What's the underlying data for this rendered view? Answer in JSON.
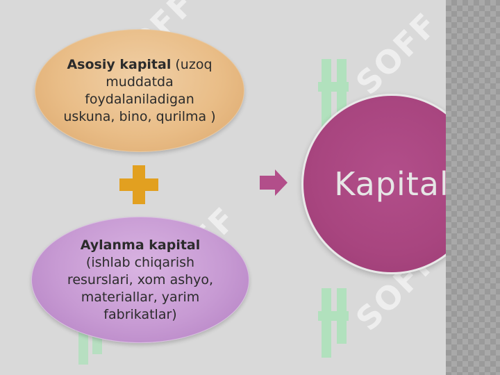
{
  "colors": {
    "top_ellipse": "#e9bd87",
    "bottom_ellipse": "#c79ad3",
    "plus": "#e2a020",
    "arrow": "#b24e8a",
    "circle": "#a8457f",
    "background": "#d9d9d9"
  },
  "top_node": {
    "title": "Asosiy kapital",
    "body": " (uzoq muddatda foydalaniladigan uskuna, bino, qurilma )"
  },
  "bottom_node": {
    "title": "Aylanma kapital",
    "body": " (ishlab chiqarish resurslari, xom ashyo, materiallar, yarim fabrikatlar)"
  },
  "result_node": {
    "label": "Kapital"
  },
  "operator_icon": "plus-icon",
  "connector_icon": "arrow-right-icon",
  "watermark": {
    "text": "SOFF"
  }
}
